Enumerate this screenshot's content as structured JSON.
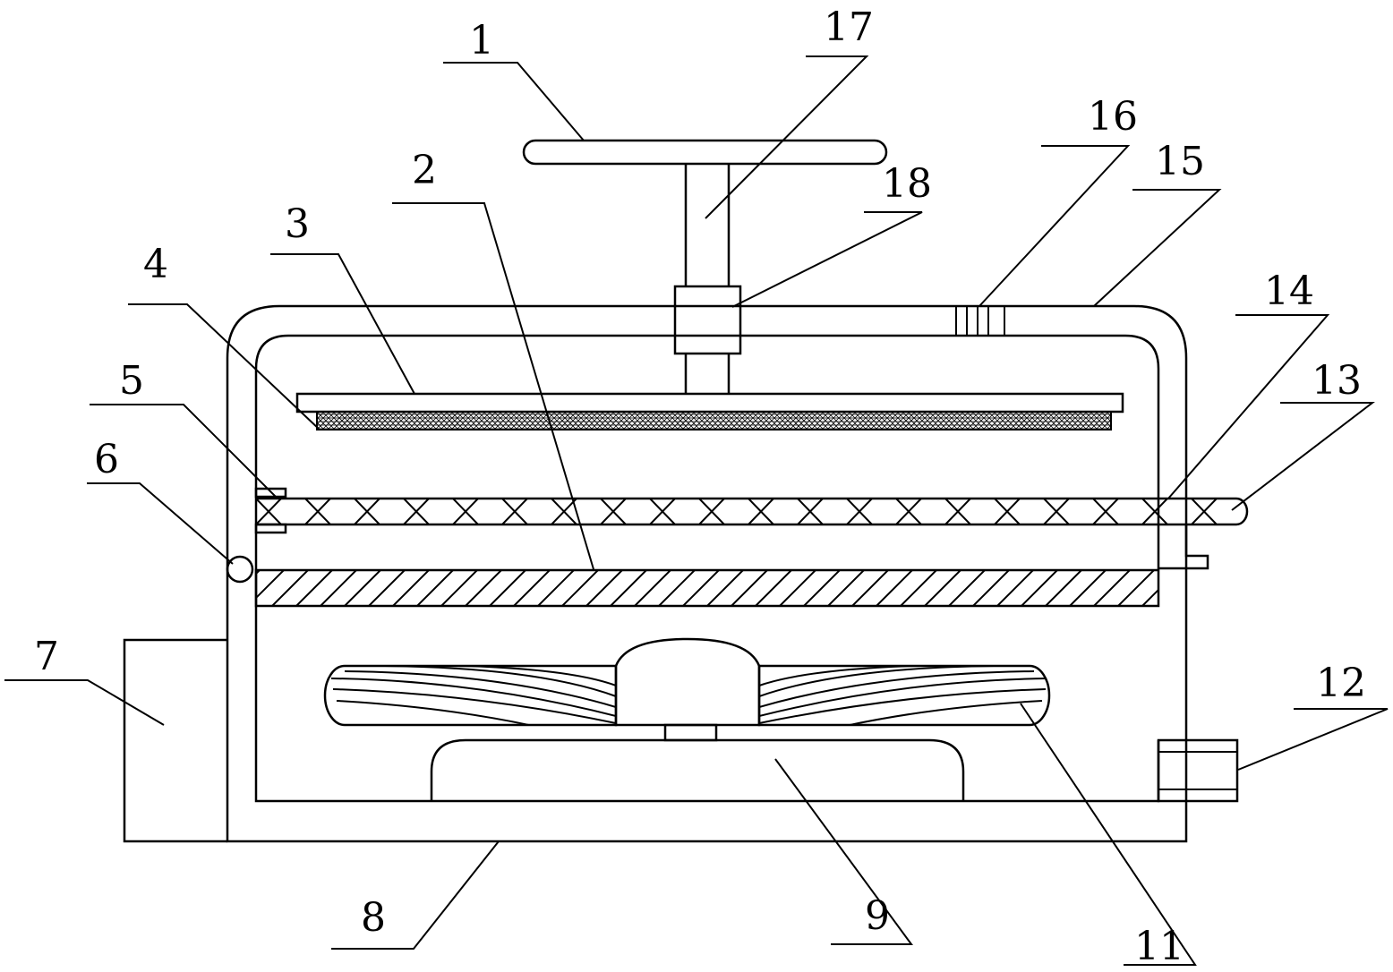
{
  "diagram": {
    "labels": [
      "1",
      "2",
      "3",
      "4",
      "5",
      "6",
      "7",
      "8",
      "9",
      "11",
      "12",
      "13",
      "14",
      "15",
      "16",
      "17",
      "18"
    ],
    "colors": {
      "stroke": "#000000",
      "background": "#ffffff"
    }
  }
}
